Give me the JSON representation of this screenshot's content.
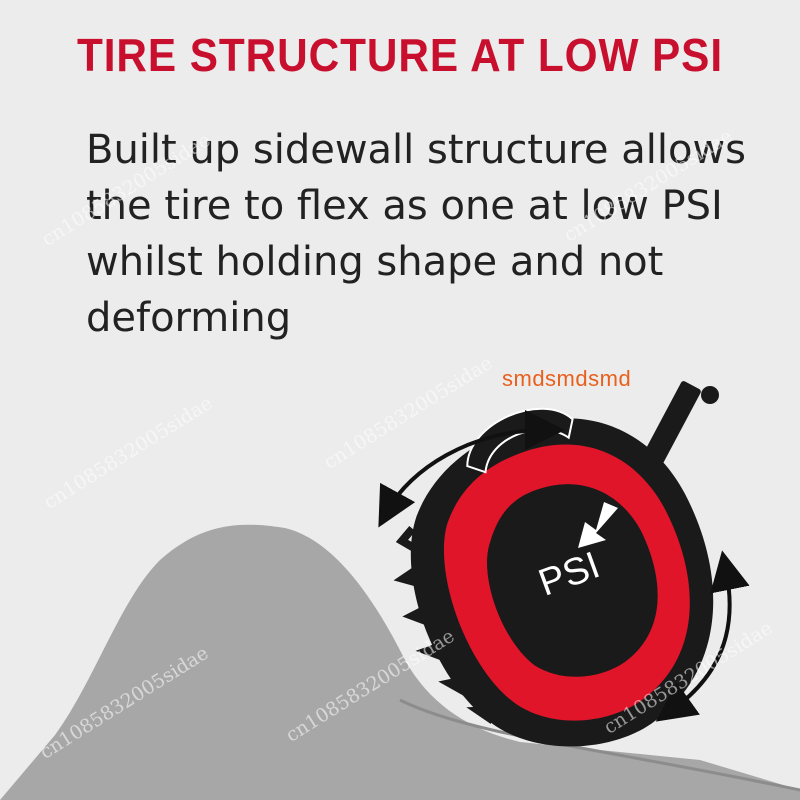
{
  "title": "TIRE STRUCTURE AT LOW PSI",
  "description_lines": [
    "Built up sidewall structure allows",
    "the tire to flex as one at low PSI",
    "whilst holding shape and not",
    "deforming"
  ],
  "stamp": "smdsmdsmd",
  "psi_label": "PSI",
  "watermark": "cn1085832005sidae",
  "colors": {
    "title": "#c8102e",
    "tire_red": "#e0152a",
    "tire_black": "#1a1a1a",
    "hill": "#a7a7a7",
    "background": "#ececec"
  }
}
